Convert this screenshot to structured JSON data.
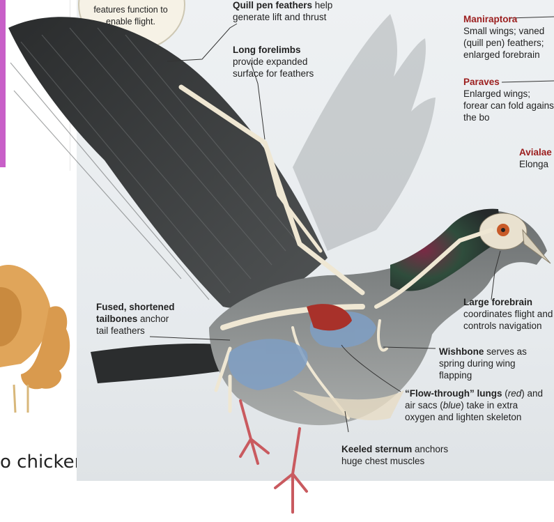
{
  "intro": {
    "text": "features function to\nenable flight."
  },
  "labels": {
    "quill": {
      "phrase": "Quill pen feathers",
      "rest": " help generate lift and thrust"
    },
    "forelimbs": {
      "phrase": "Long forelimbs",
      "rest": " provide expanded surface for feathers"
    },
    "tailbones": {
      "phrase": "Fused, shortened tailbones",
      "rest": " anchor tail feathers"
    },
    "forebrain": {
      "phrase": "Large forebrain",
      "rest": " coordinates flight and controls navigation"
    },
    "wishbone": {
      "phrase": "Wishbone",
      "rest": " serves as spring during wing flapping"
    },
    "lungs": {
      "phrase": "“Flow-through” lungs",
      "mid1": " (",
      "red_word": "red",
      "mid2": ") and air sacs (",
      "blue_word": "blue",
      "rest": ") take in extra oxygen and lighten skeleton"
    },
    "sternum": {
      "phrase": "Keeled sternum",
      "rest": " anchors huge chest muscles"
    }
  },
  "clades": [
    {
      "name": "Maniraptora",
      "desc": "Small wings; vaned (quill pen) feathers; enlarged forebrain"
    },
    {
      "name": "Paraves",
      "desc": "Enlarged wings; forear can fold against the bo"
    },
    {
      "name": "Avialae",
      "desc": "Elonga"
    }
  ],
  "caption": "o chicken",
  "colors": {
    "clade_red": "#9b1d1d",
    "air_sacs": "#7f9fc4",
    "lungs": "#a8312a",
    "bone": "#efe7d3",
    "feather": "#3f4142"
  }
}
